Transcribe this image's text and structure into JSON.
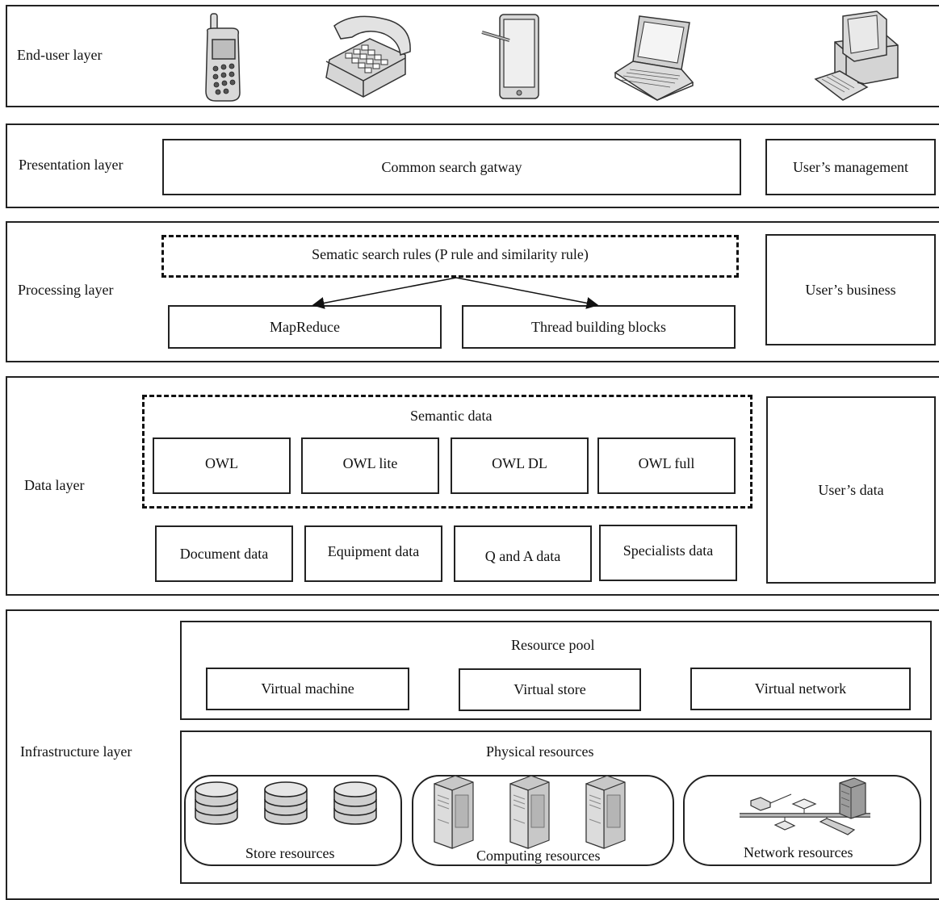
{
  "end_user_layer": {
    "label": "End-user layer",
    "devices": [
      "mobile-phone-icon",
      "desk-telephone-icon",
      "tablet-icon",
      "laptop-icon",
      "desktop-computer-icon"
    ]
  },
  "presentation_layer": {
    "label": "Presentation layer",
    "gateway": "Common search gatway",
    "management": "User’s  management"
  },
  "processing_layer": {
    "label": "Processing layer",
    "rules": "Sematic search rules (P rule and similarity rule)",
    "mapreduce": "MapReduce",
    "tbb": "Thread building blocks",
    "business": "User’s  business"
  },
  "data_layer": {
    "label": "Data layer",
    "semantic": "Semantic data",
    "owl": [
      "OWL",
      "OWL lite",
      "OWL DL",
      "OWL full"
    ],
    "data": [
      "Document data",
      "Equipment data",
      "Q and A data",
      "Specialists data"
    ],
    "user_data": "User’s  data"
  },
  "infrastructure_layer": {
    "label": "Infrastructure layer",
    "pool": "Resource pool",
    "virtual": [
      "Virtual machine",
      "Virtual store",
      "Virtual network"
    ],
    "physical": "Physical resources",
    "store": "Store resources",
    "computing": "Computing resources",
    "network": "Network resources"
  }
}
